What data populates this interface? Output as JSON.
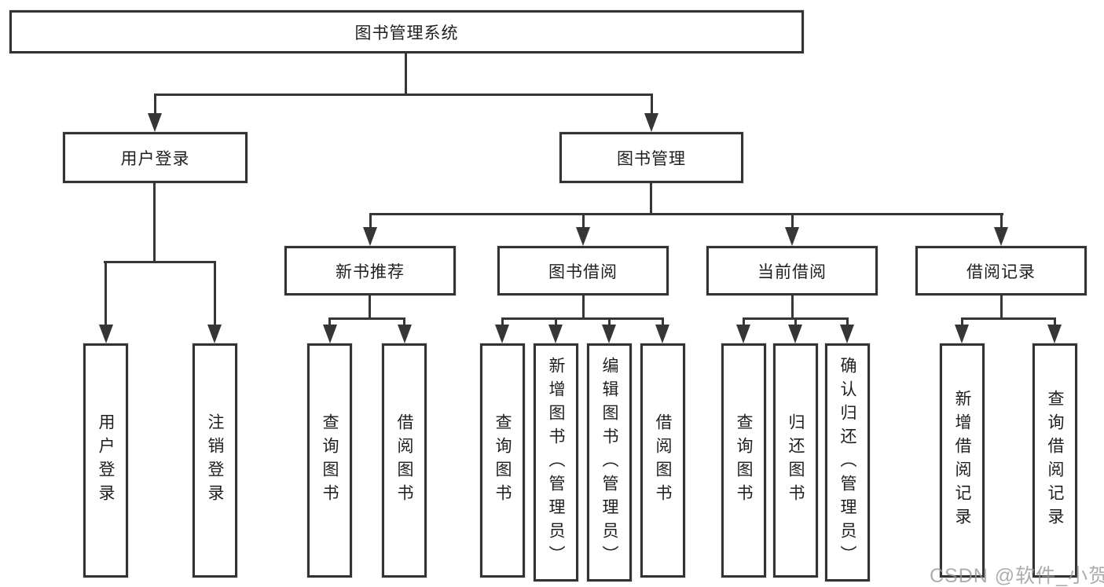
{
  "diagram": {
    "title_node": {
      "label": "图书管理系统"
    },
    "root": {
      "label": "图书管理系统"
    },
    "level2": [
      {
        "id": "user-login",
        "label": "用户登录"
      },
      {
        "id": "book-management",
        "label": "图书管理"
      }
    ],
    "level3": [
      {
        "id": "new-book-recommend",
        "label": "新书推荐",
        "parent": "图书管理"
      },
      {
        "id": "book-borrowing",
        "label": "图书借阅",
        "parent": "图书管理"
      },
      {
        "id": "current-borrowing",
        "label": "当前借阅",
        "parent": "图书管理"
      },
      {
        "id": "borrowing-records",
        "label": "借阅记录",
        "parent": "图书管理"
      }
    ],
    "leaves": [
      {
        "label": "用户登录",
        "parent": "用户登录"
      },
      {
        "label": "注销登录",
        "parent": "用户登录"
      },
      {
        "label": "查询图书",
        "parent": "新书推荐"
      },
      {
        "label": "借阅图书",
        "parent": "新书推荐"
      },
      {
        "label": "查询图书",
        "parent": "图书借阅"
      },
      {
        "label": "新增图书（管理员）",
        "parent": "图书借阅"
      },
      {
        "label": "编辑图书（管理员）",
        "parent": "图书借阅"
      },
      {
        "label": "借阅图书",
        "parent": "图书借阅"
      },
      {
        "label": "查询图书",
        "parent": "当前借阅"
      },
      {
        "label": "归还图书",
        "parent": "当前借阅"
      },
      {
        "label": "确认归还（管理员）",
        "parent": "当前借阅"
      },
      {
        "label": "新增借阅记录",
        "parent": "借阅记录"
      },
      {
        "label": "查询借阅记录",
        "parent": "借阅记录"
      }
    ]
  },
  "watermark": {
    "text": "CSDN @软件_小贺同学"
  },
  "colors": {
    "line": "#363636",
    "box_border": "#333333",
    "text": "#1f1f1f",
    "watermark": "#969696",
    "background": "#ffffff"
  }
}
